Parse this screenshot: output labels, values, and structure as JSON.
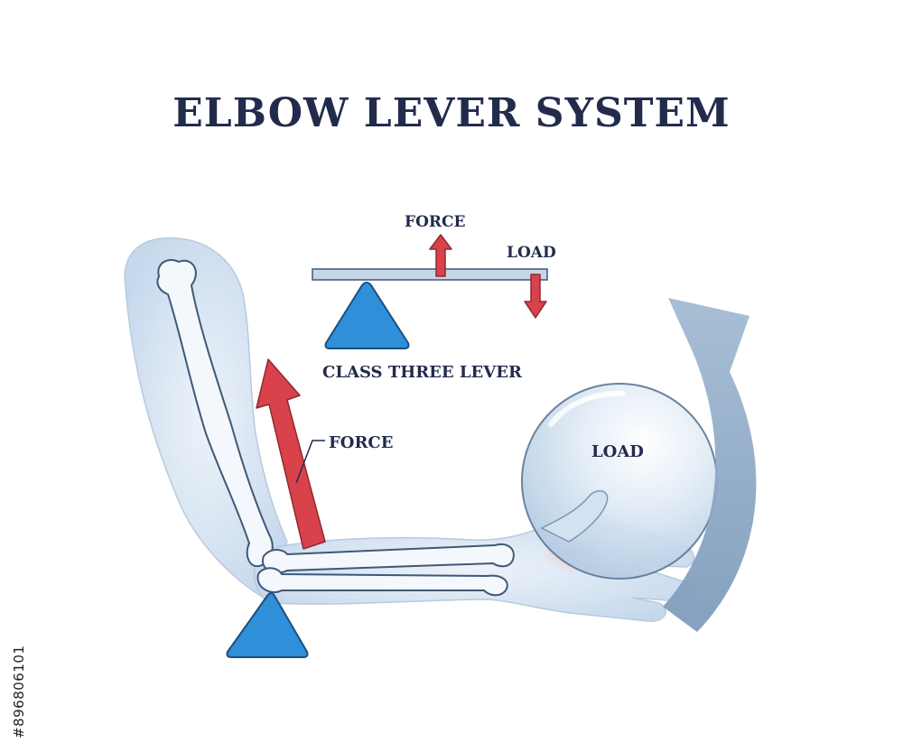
{
  "title": "ELBOW LEVER SYSTEM",
  "lever_diagram": {
    "force_label": "FORCE",
    "load_label": "LOAD",
    "caption": "CLASS THREE LEVER"
  },
  "arm_diagram": {
    "force_label": "FORCE",
    "load_label": "LOAD"
  },
  "stock_id": "#896806101",
  "colors": {
    "title": "#232b4d",
    "force_arrow": "#d9424a",
    "fulcrum": "#2f8fd8",
    "lever_beam": "#c7d6e6",
    "rotation_arrow": "#8ea9c4",
    "skin": "#c9dcef",
    "bone": "#f4f8fc"
  }
}
